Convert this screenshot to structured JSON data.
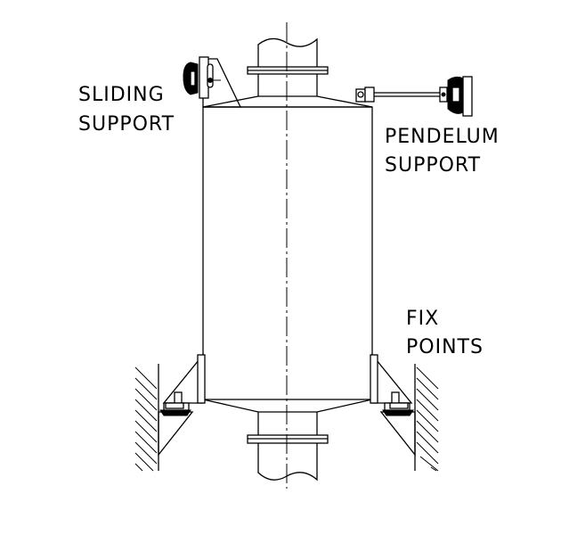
{
  "labels": {
    "sliding_l1": "SLIDING",
    "sliding_l2": "SUPPORT",
    "pendelum_l1": "PENDELUM",
    "pendelum_l2": "SUPPORT",
    "fix_l1": "FIX",
    "fix_l2": "POINTS"
  },
  "colors": {
    "ink": "#000000",
    "paper": "#ffffff"
  }
}
